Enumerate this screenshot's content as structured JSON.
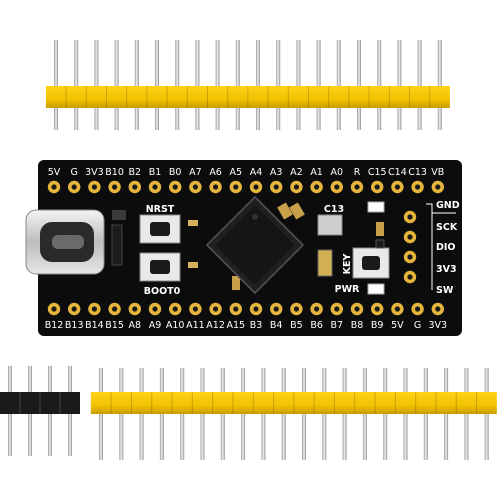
{
  "board": {
    "top_pin_labels": [
      "5V",
      "G",
      "3V3",
      "B10",
      "B2",
      "B1",
      "B0",
      "A7",
      "A6",
      "A5",
      "A4",
      "A3",
      "A2",
      "A1",
      "A0",
      "R",
      "C15",
      "C14",
      "C13",
      "VB"
    ],
    "bottom_pin_labels": [
      "B12",
      "B13",
      "B14",
      "B15",
      "A8",
      "A9",
      "A10",
      "A11",
      "A12",
      "A15",
      "B3",
      "B4",
      "B5",
      "B6",
      "B7",
      "B8",
      "B9",
      "5V",
      "G",
      "3V3"
    ],
    "swd_labels": [
      "GND",
      "SCK",
      "DIO",
      "3V3",
      "SW"
    ],
    "button_labels": {
      "reset": "NRST",
      "boot": "BOOT0",
      "user": "KEY"
    },
    "led_labels": {
      "user": "C13",
      "power": "PWR"
    }
  },
  "colors": {
    "pcb": "#0c0c0c",
    "header_plastic": "#f2c200",
    "header_plastic_dark": "#d8a800",
    "pin_metal": "#c9c9c9",
    "gold_pad": "#e5b53c",
    "black_header": "#1a1a1a"
  }
}
